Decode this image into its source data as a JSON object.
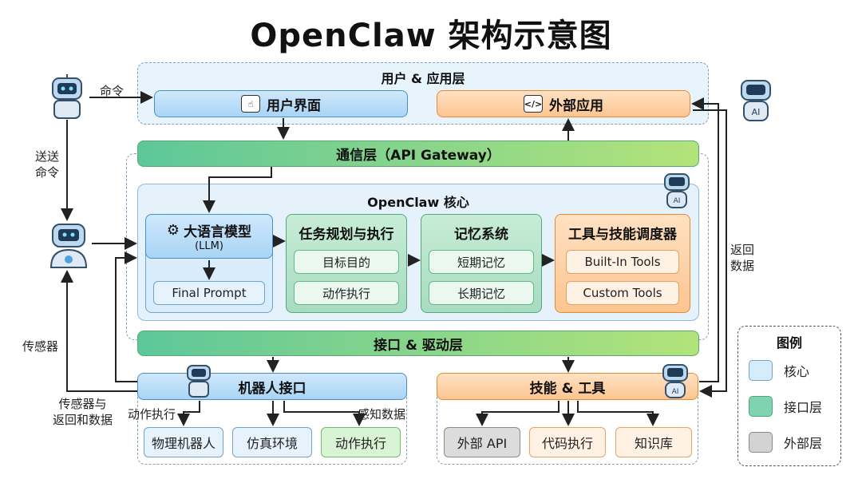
{
  "title": "OpenClaw 架构示意图",
  "user_layer": {
    "label": "用户 & 应用层",
    "user_ui": "用户界面",
    "external_app": "外部应用"
  },
  "comm_layer": "通信层（API Gateway）",
  "core": {
    "label": "OpenClaw 核心",
    "llm": {
      "title": "大语言模型",
      "subtitle": "(LLM)",
      "final_prompt": "Final Prompt"
    },
    "planning": {
      "title": "任务规划与执行",
      "items": [
        "目标目的",
        "动作执行"
      ]
    },
    "memory": {
      "title": "记忆系统",
      "items": [
        "短期记忆",
        "长期记忆"
      ]
    },
    "tools": {
      "title": "工具与技能调度器",
      "items": [
        "Built-In Tools",
        "Custom Tools"
      ]
    }
  },
  "driver_layer": "接口 & 驱动层",
  "robot_interface": {
    "label": "机器人接口",
    "items": [
      "物理机器人",
      "仿真环境",
      "动作执行"
    ]
  },
  "skills_tools": {
    "label": "技能 & 工具",
    "items": [
      "外部 API",
      "代码执行",
      "知识库"
    ]
  },
  "annotations": {
    "command": "命令",
    "send_command": "送送\n命令",
    "return_data": "返回\n数据",
    "sensors": "传感器",
    "sensor_return": "传感器与\n返回和数据",
    "action_exec": "动作执行",
    "sense_data": "感知数据"
  },
  "legend": {
    "title": "图例",
    "items": [
      {
        "label": "核心",
        "color": "#d6ecfb"
      },
      {
        "label": "接口层",
        "color": "#7fd3b0"
      },
      {
        "label": "外部层",
        "color": "#d3d3d3"
      }
    ]
  },
  "robot_badge": "AI"
}
